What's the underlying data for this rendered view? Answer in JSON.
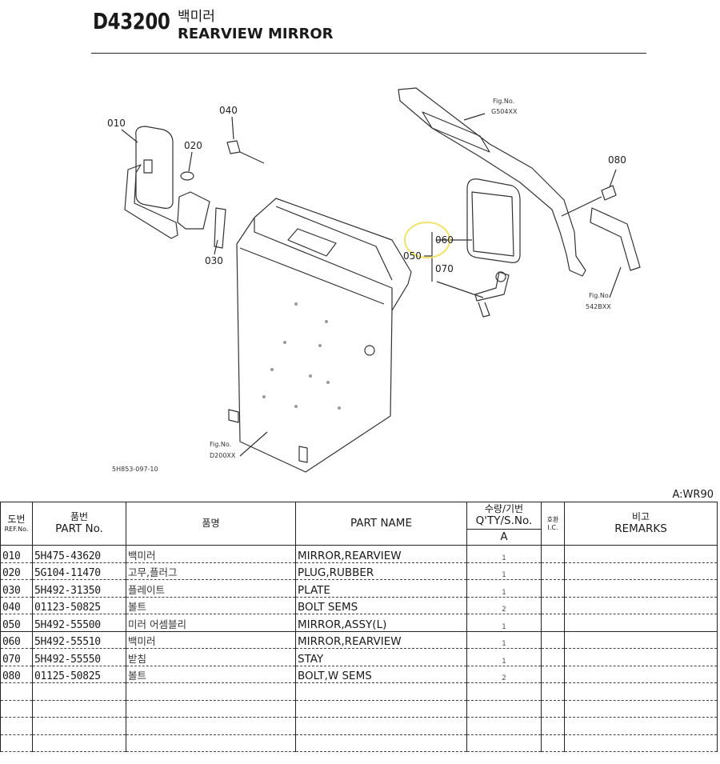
{
  "header": {
    "code": "D43200",
    "title_ko": "백미러",
    "title_en": "REARVIEW MIRROR"
  },
  "diagram": {
    "callouts": [
      "010",
      "020",
      "040",
      "030",
      "080",
      "060",
      "050",
      "070"
    ],
    "fig_refs": [
      {
        "line1": "Fig.No.",
        "line2": "G504XX"
      },
      {
        "line1": "Fig.No.",
        "line2": "542BXX"
      },
      {
        "line1": "Fig.No.",
        "line2": "D200XX"
      }
    ],
    "drawing_id": "5H853-097-10"
  },
  "model_label": "A:WR90",
  "table": {
    "headers": {
      "ref_ko": "도번",
      "ref_en": "REF.No.",
      "part_no_ko": "품번",
      "part_no_en": "PART No.",
      "name_ko": "품명",
      "part_name": "PART NAME",
      "qty_ko": "수량/기번",
      "qty_en": "Q'TY/S.No.",
      "qty_model": "A",
      "ic_ko": "호환",
      "ic_en": "I.C.",
      "remarks_ko": "비고",
      "remarks_en": "REMARKS"
    },
    "rows": [
      {
        "ref": "010",
        "part_no": "5H475-43620",
        "name_ko": "백미러",
        "part_name": "MIRROR,REARVIEW",
        "qty": "1",
        "ic": "",
        "remarks": ""
      },
      {
        "ref": "020",
        "part_no": "5G104-11470",
        "name_ko": "고무,플러그",
        "part_name": "PLUG,RUBBER",
        "qty": "1",
        "ic": "",
        "remarks": ""
      },
      {
        "ref": "030",
        "part_no": "5H492-31350",
        "name_ko": "플레이트",
        "part_name": "PLATE",
        "qty": "1",
        "ic": "",
        "remarks": ""
      },
      {
        "ref": "040",
        "part_no": "01123-50825",
        "name_ko": "볼트",
        "part_name": "BOLT SEMS",
        "qty": "2",
        "ic": "",
        "remarks": ""
      },
      {
        "ref": "050",
        "part_no": "5H492-55500",
        "name_ko": "미러 어셈블리",
        "part_name": "MIRROR,ASSY(L)",
        "qty": "1",
        "ic": "",
        "remarks": ""
      },
      {
        "ref": "060",
        "part_no": "5H492-55510",
        "name_ko": "백미러",
        "part_name": "MIRROR,REARVIEW",
        "qty": "1",
        "ic": "",
        "remarks": ""
      },
      {
        "ref": "070",
        "part_no": "5H492-55550",
        "name_ko": "받침",
        "part_name": "STAY",
        "qty": "1",
        "ic": "",
        "remarks": ""
      },
      {
        "ref": "080",
        "part_no": "01125-50825",
        "name_ko": "볼트",
        "part_name": "BOLT,W SEMS",
        "qty": "2",
        "ic": "",
        "remarks": ""
      },
      {
        "ref": "",
        "part_no": "",
        "name_ko": "",
        "part_name": "",
        "qty": "",
        "ic": "",
        "remarks": ""
      },
      {
        "ref": "",
        "part_no": "",
        "name_ko": "",
        "part_name": "",
        "qty": "",
        "ic": "",
        "remarks": ""
      },
      {
        "ref": "",
        "part_no": "",
        "name_ko": "",
        "part_name": "",
        "qty": "",
        "ic": "",
        "remarks": ""
      },
      {
        "ref": "",
        "part_no": "",
        "name_ko": "",
        "part_name": "",
        "qty": "",
        "ic": "",
        "remarks": ""
      }
    ]
  }
}
